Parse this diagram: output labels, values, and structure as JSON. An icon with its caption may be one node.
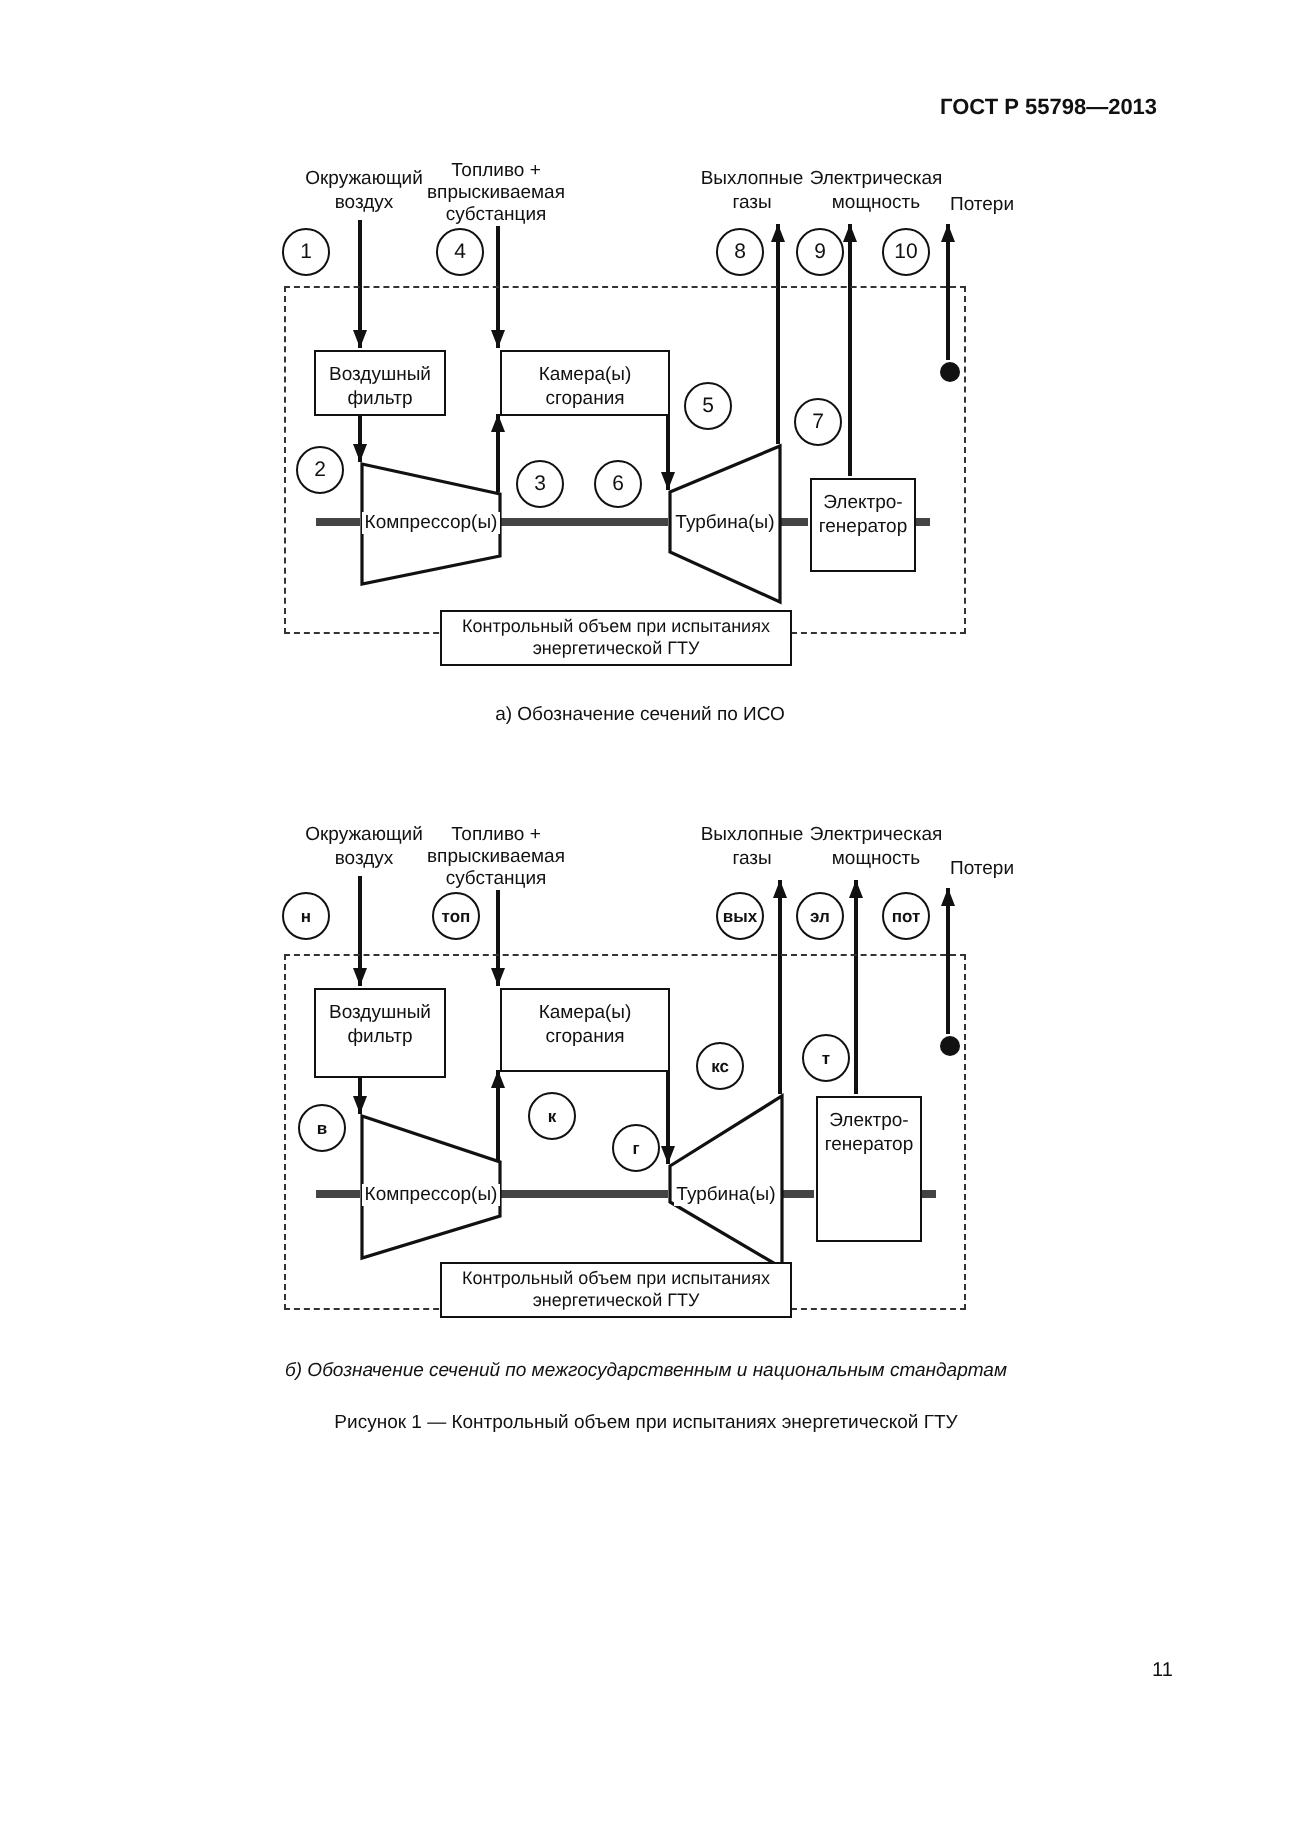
{
  "diagram": {
    "caption": "Рисунок 1 — Контрольный объем при испытаниях энергетической ГТУ",
    "nodes": [
      {
        "text": [
          "Окружающий воздух"
        ]
      },
      {
        "text": [
          "Топливо + впрыскиваемая субстанция"
        ]
      },
      {
        "text": [
          "Выхлопные газы"
        ]
      },
      {
        "text": [
          "Электрическая мощность"
        ]
      },
      {
        "text": [
          "Потери"
        ]
      },
      {
        "text": [
          "1"
        ]
      },
      {
        "text": [
          "4"
        ]
      },
      {
        "text": [
          "8"
        ]
      },
      {
        "text": [
          "9"
        ]
      },
      {
        "text": [
          "10"
        ]
      },
      {
        "text": [],
        "shape": "box"
      },
      {
        "text": [
          "Воздушный фильтр"
        ],
        "in": 10
      },
      {
        "text": [
          "Камера(ы) сгорания"
        ],
        "in": 10
      },
      {
        "text": [
          "5"
        ],
        "in": 10
      },
      {
        "text": [
          "7"
        ],
        "in": 10
      },
      {
        "text": [],
        "shape": "circle",
        "in": 10
      },
      {
        "text": [
          "2"
        ],
        "in": 10
      },
      {
        "text": [
          "Компрессор(ы)"
        ],
        "in": 10
      },
      {
        "text": [
          "3"
        ],
        "in": 10
      },
      {
        "text": [
          "6"
        ],
        "in": 10
      },
      {
        "text": [
          "Турбина(ы)"
        ],
        "in": 10
      },
      {
        "text": [
          "Электро-генератор"
        ],
        "in": 10
      },
      {
        "text": [
          "Контрольный объем при испытаниях энергетической ГТУ"
        ]
      },
      {
        "text": [
          "Окружающий воздух"
        ]
      },
      {
        "text": [
          "Топливо + впрыскиваемая субстанция"
        ]
      },
      {
        "text": [
          "Выхлопные газы"
        ]
      },
      {
        "text": [
          "Электрическая мощность"
        ]
      },
      {
        "text": [
          "Потери"
        ]
      },
      {
        "text": [
          "н"
        ]
      },
      {
        "text": [
          "топ"
        ]
      },
      {
        "text": [
          "вых"
        ]
      },
      {
        "text": [
          "эл"
        ]
      },
      {
        "text": [
          "пот"
        ]
      },
      {
        "text": [],
        "shape": "box"
      },
      {
        "text": [
          "Воздушный фильтр"
        ],
        "in": 33
      },
      {
        "text": [
          "Камера(ы) сгорания"
        ],
        "in": 33
      },
      {
        "text": [
          "кс"
        ],
        "in": 33
      },
      {
        "text": [
          "т"
        ],
        "in": 33
      },
      {
        "text": [],
        "shape": "circle",
        "in": 33
      },
      {
        "text": [
          "в"
        ],
        "in": 33
      },
      {
        "text": [
          "Компрессор(ы)"
        ],
        "in": 33
      },
      {
        "text": [
          "к"
        ],
        "in": 33
      },
      {
        "text": [
          "г"
        ],
        "in": 33
      },
      {
        "text": [
          "Турбина(ы)"
        ],
        "in": 33
      },
      {
        "text": [
          "Электро-генератор"
        ],
        "in": 33
      },
      {
        "text": [
          "Контрольный объем при испытаниях энергетической ГТУ"
        ]
      }
    ],
    "edges": [
      {
        "from": 0,
        "to": 11,
        "arrow": "to"
      },
      {
        "from": 11,
        "to": 17,
        "arrow": "to"
      },
      {
        "from": 1,
        "to": 12,
        "arrow": "to"
      },
      {
        "from": 17,
        "to": 12,
        "arrow": "to"
      },
      {
        "from": 12,
        "to": 20,
        "arrow": "to"
      },
      {
        "from": 20,
        "to": 2,
        "arrow": "to"
      },
      {
        "from": 21,
        "to": 3,
        "arrow": "to"
      },
      {
        "from": 15,
        "to": 4,
        "arrow": "to"
      },
      {
        "from": 17,
        "to": 20,
        "arrow": "none",
        "style": "thick"
      },
      {
        "from": 20,
        "to": 21,
        "arrow": "none",
        "style": "thick"
      },
      {
        "from": 23,
        "to": 34,
        "arrow": "to"
      },
      {
        "from": 34,
        "to": 40,
        "arrow": "to"
      },
      {
        "from": 24,
        "to": 35,
        "arrow": "to"
      },
      {
        "from": 40,
        "to": 35,
        "arrow": "to"
      },
      {
        "from": 35,
        "to": 43,
        "arrow": "to"
      },
      {
        "from": 43,
        "to": 25,
        "arrow": "to"
      },
      {
        "from": 44,
        "to": 26,
        "arrow": "to"
      },
      {
        "from": 38,
        "to": 27,
        "arrow": "to"
      },
      {
        "from": 40,
        "to": 43,
        "arrow": "none",
        "style": "thick"
      },
      {
        "from": 43,
        "to": 44,
        "arrow": "none",
        "style": "thick"
      }
    ],
    "labels": [
      "ГОСТ Р 55798—2013",
      "а) Обозначение сечений по ИСО",
      "б) Обозначение сечений по межгосударственным и национальным стандартам",
      "11"
    ]
  }
}
